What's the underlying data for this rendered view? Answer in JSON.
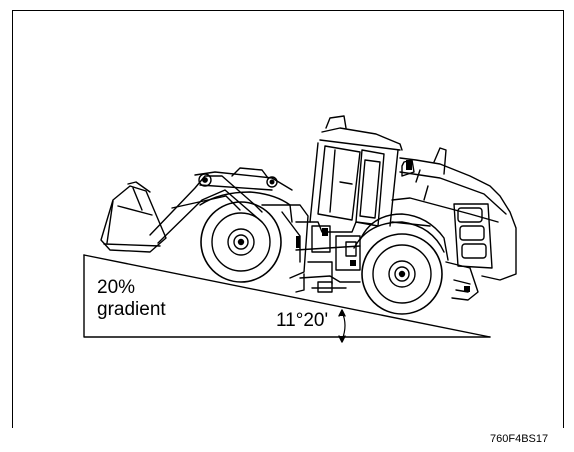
{
  "figure": {
    "gradient_percent_label": "20%",
    "gradient_word_label": "gradient",
    "angle_label": "11°20'",
    "figure_code": "760F4BS17"
  },
  "illustration": {
    "subject": "wheel-loader",
    "pose": "climbing slope, bucket raised at front",
    "line_color": "#000000",
    "background": "#ffffff"
  }
}
